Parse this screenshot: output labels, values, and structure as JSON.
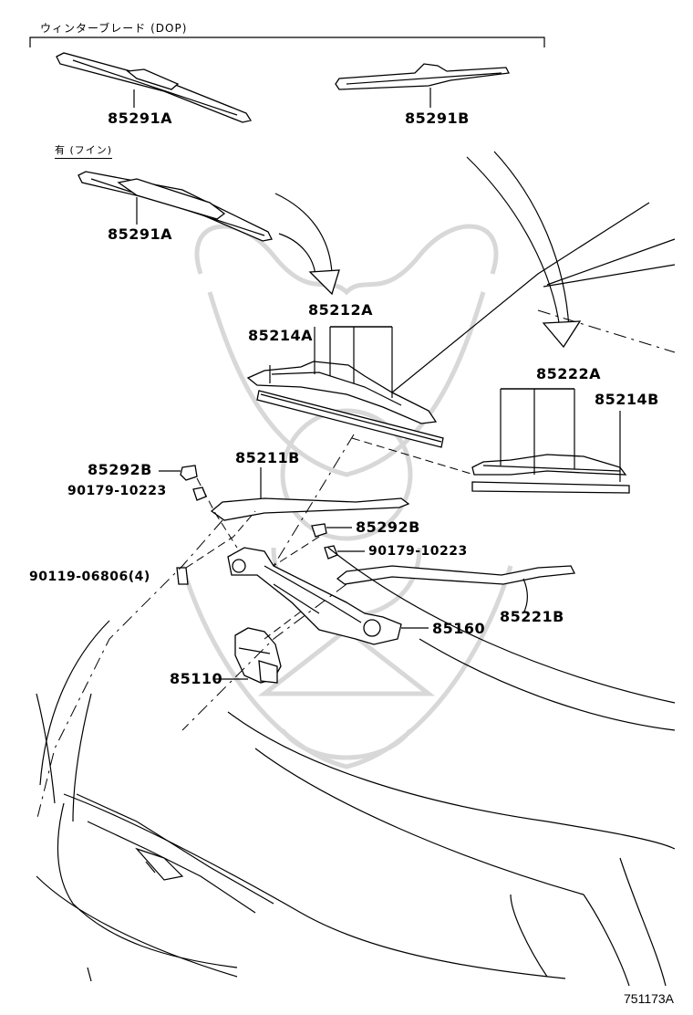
{
  "header": {
    "winter_blade_label": "ウィンターブレード (DOP)",
    "with_fin_label": "有 (フイン)"
  },
  "parts": {
    "p85291A_top": "85291A",
    "p85291B": "85291B",
    "p85291A_fin": "85291A",
    "p85212A": "85212A",
    "p85214A": "85214A",
    "p85222A": "85222A",
    "p85214B": "85214B",
    "p85292B_left": "85292B",
    "p90179_left": "90179-10223",
    "p85211B": "85211B",
    "p85292B_right": "85292B",
    "p90179_right": "90179-10223",
    "p90119": "90119-06806(4)",
    "p85221B": "85221B",
    "p85160": "85160",
    "p85110": "85110"
  },
  "figure_ref": "751173A"
}
